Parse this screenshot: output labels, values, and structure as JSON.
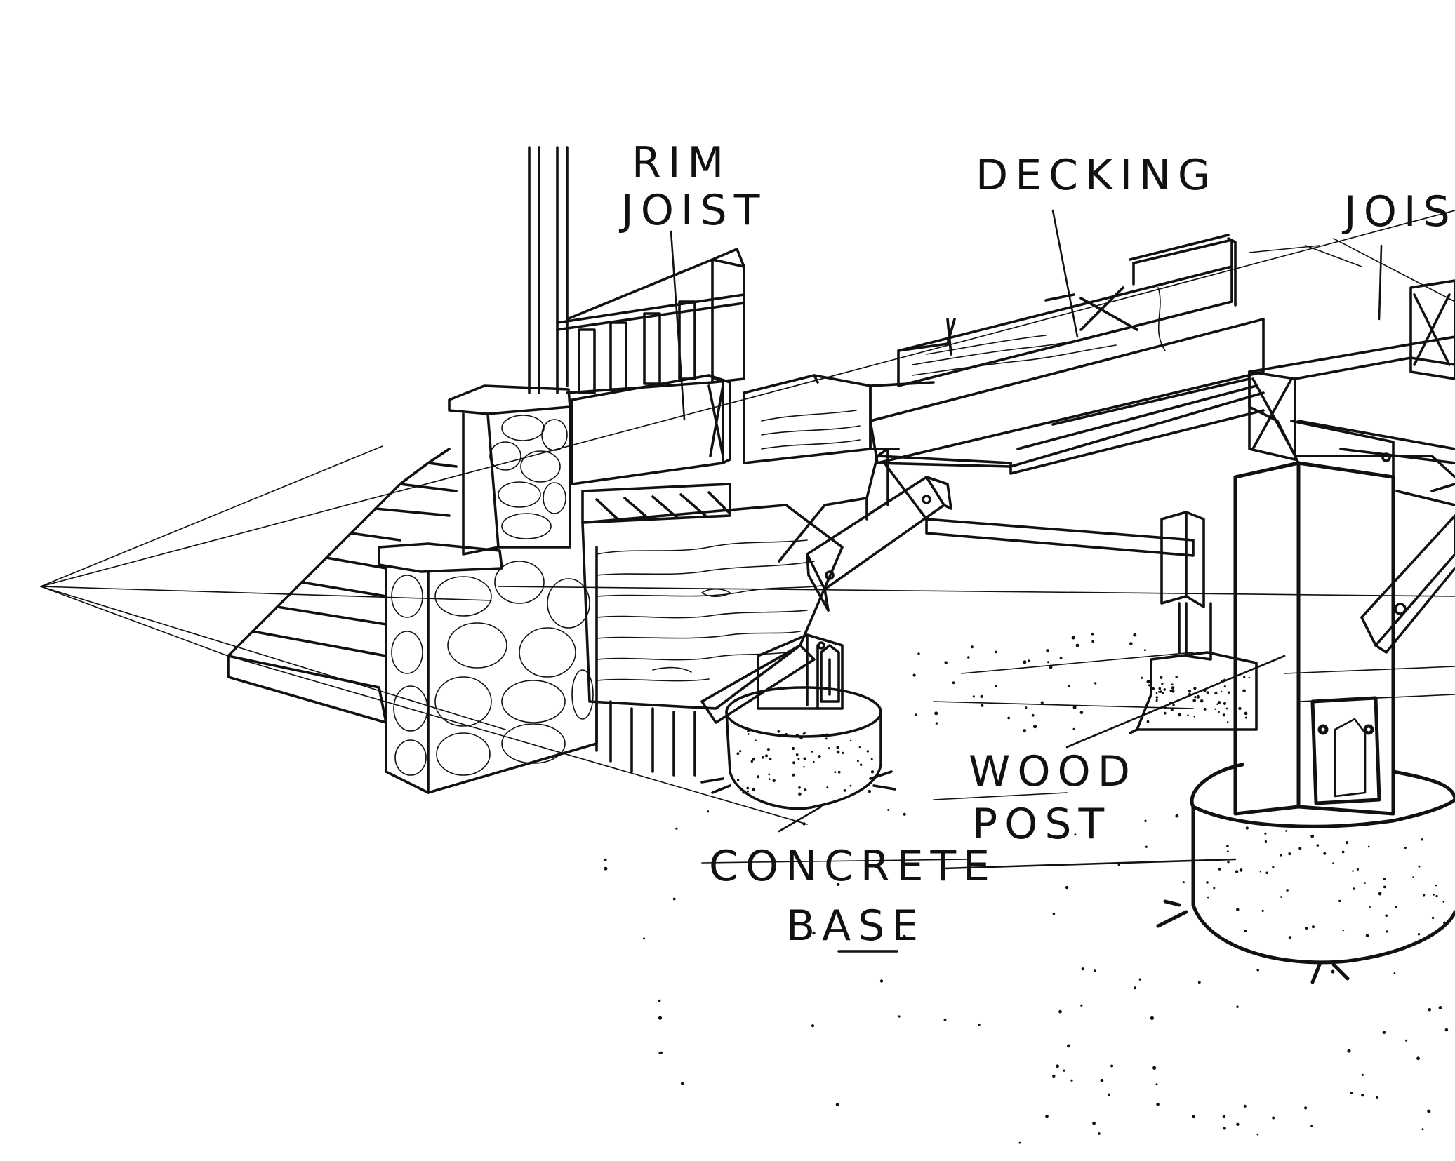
{
  "diagram": {
    "labels": {
      "rim_joist": [
        "RIM",
        "JOIST"
      ],
      "decking": [
        "DECKING"
      ],
      "joist": [
        "JOIST"
      ],
      "wood_post": [
        "WOOD",
        "POST"
      ],
      "concrete_base": [
        "CONCRETE",
        "BASE"
      ]
    },
    "colors": {
      "ink": "#111111",
      "paper": "#ffffff"
    }
  }
}
